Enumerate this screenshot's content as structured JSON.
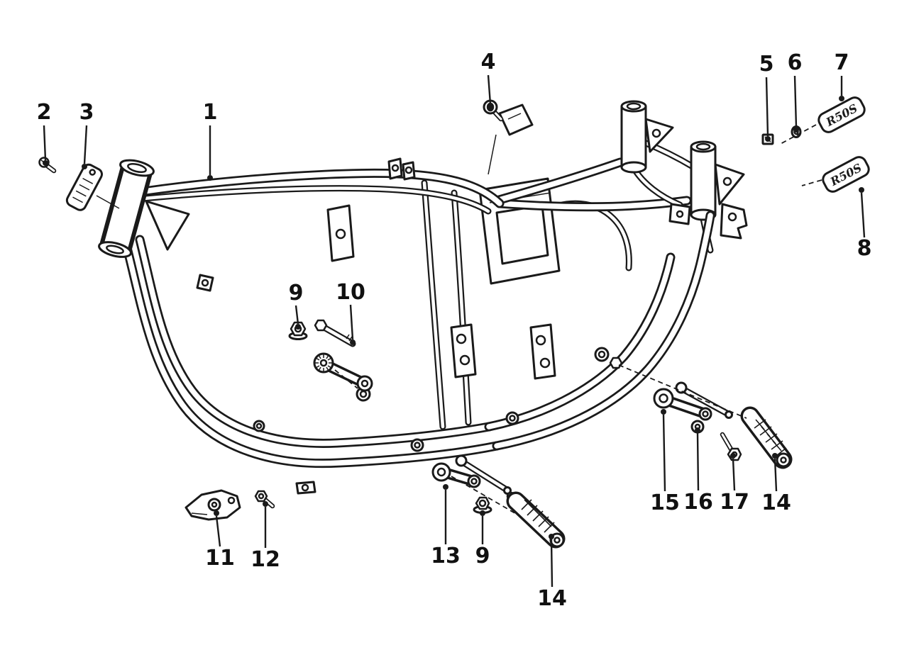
{
  "figure": {
    "background_color": "#ffffff",
    "line_color": "#1a1a1a"
  },
  "badges": [
    {
      "text": "R50S"
    },
    {
      "text": "R50S"
    }
  ],
  "callouts": [
    {
      "label": "1"
    },
    {
      "label": "2"
    },
    {
      "label": "3"
    },
    {
      "label": "4"
    },
    {
      "label": "5"
    },
    {
      "label": "6"
    },
    {
      "label": "7"
    },
    {
      "label": "8"
    },
    {
      "label": "9"
    },
    {
      "label": "10"
    },
    {
      "label": "11"
    },
    {
      "label": "12"
    },
    {
      "label": "13"
    },
    {
      "label": "9"
    },
    {
      "label": "14"
    },
    {
      "label": "15"
    },
    {
      "label": "16"
    },
    {
      "label": "17"
    },
    {
      "label": "14"
    }
  ]
}
